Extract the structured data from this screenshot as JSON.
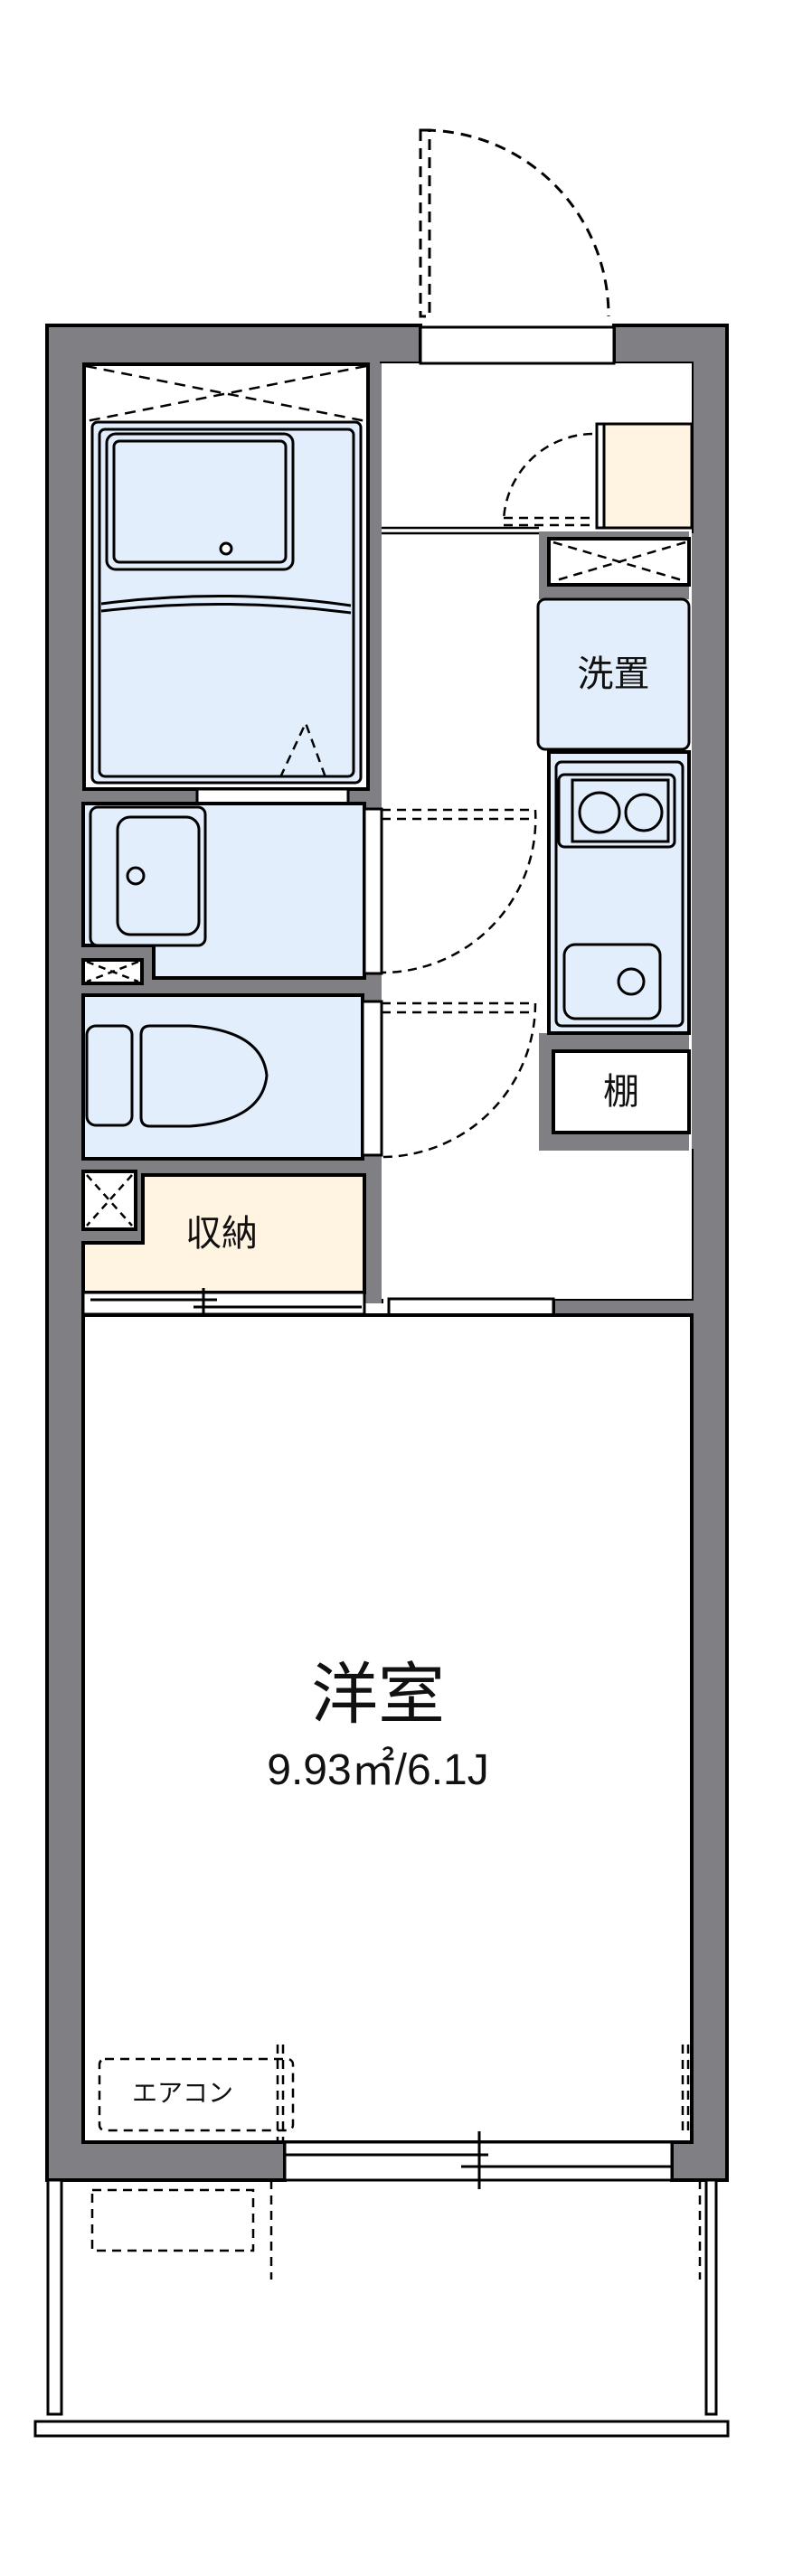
{
  "plan": {
    "type": "floor-plan",
    "colors": {
      "wall": "#808084",
      "wet_area": "#e3eefc",
      "storage": "#fff3e2",
      "outline": "#000000",
      "background": "#ffffff"
    },
    "rooms": {
      "western_room": {
        "name": "洋室",
        "area": "9.93㎡/6.1J"
      },
      "storage": {
        "name": "収納"
      },
      "washer": {
        "name": "洗置"
      },
      "shelf": {
        "name": "棚"
      },
      "air_conditioner": {
        "name": "エアコン"
      }
    },
    "fixtures": [
      "unit-bath",
      "washbasin",
      "toilet",
      "kitchen-stove-2-burner",
      "kitchen-sink",
      "shoe-cabinet",
      "washing-machine-space",
      "outdoor-ac-unit",
      "balcony"
    ]
  }
}
